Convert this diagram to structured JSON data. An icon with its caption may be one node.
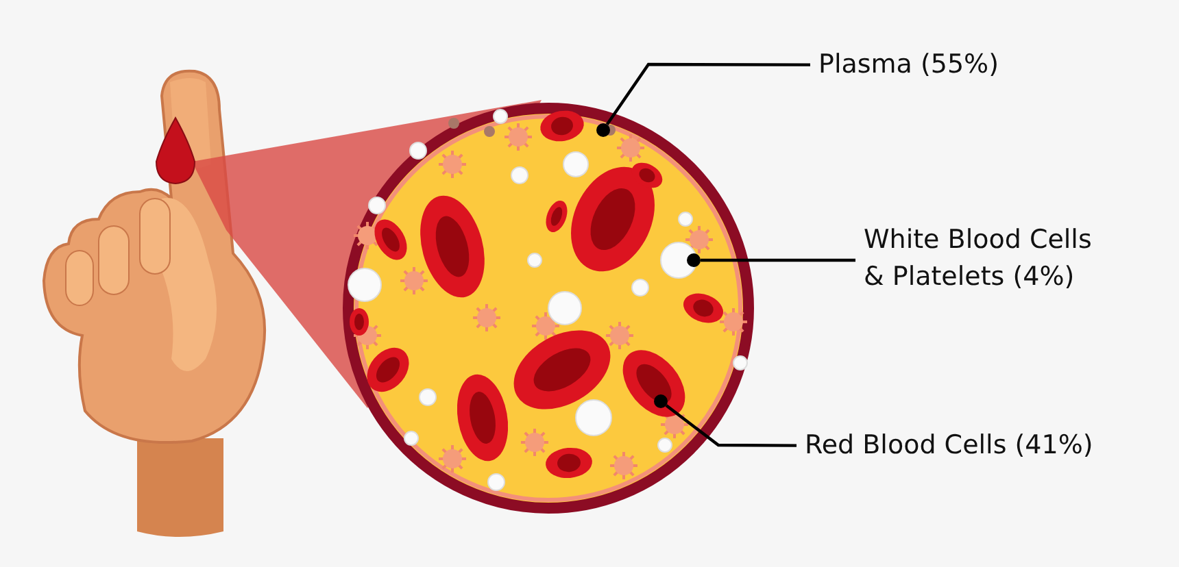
{
  "diagram": {
    "nodes": [
      {
        "text": [
          "Plasma (55%)"
        ]
      },
      {
        "text": [],
        "shape": "circle"
      },
      {
        "text": [
          "White Blood Cells & Platelets (4%)"
        ]
      },
      {
        "text": [],
        "shape": "circle"
      },
      {
        "text": [
          "Red Blood Cells (41%)"
        ]
      },
      {
        "text": [],
        "shape": "circle"
      }
    ],
    "edges": [
      {
        "from": 0,
        "to": 1,
        "arrow": "none"
      },
      {
        "from": 2,
        "to": 3,
        "arrow": "none"
      },
      {
        "from": 4,
        "to": 5,
        "arrow": "none"
      }
    ]
  }
}
